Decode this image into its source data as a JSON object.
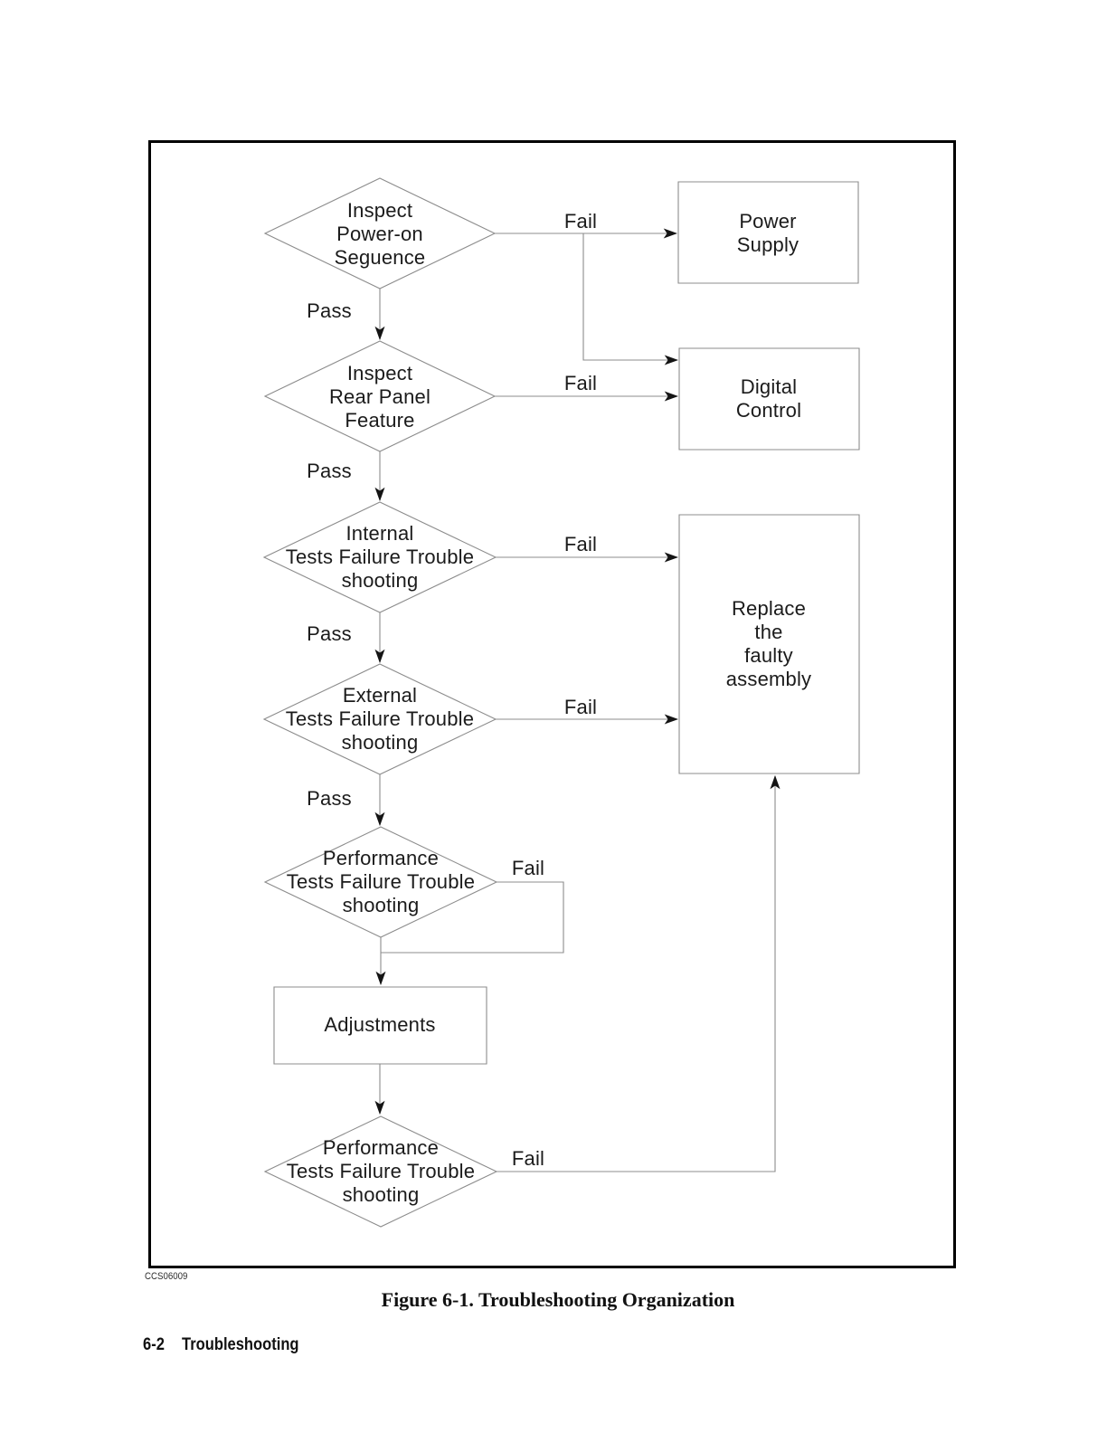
{
  "figure": {
    "artifact_code": "CCS06009",
    "caption": "Figure 6-1. Troubleshooting Organization"
  },
  "footer": {
    "page_number": "6-2",
    "section_title": "Troubleshooting"
  },
  "labels": {
    "pass": "Pass",
    "fail": "Fail"
  },
  "nodes": {
    "inspect_power_on": {
      "type": "decision",
      "lines": [
        "Inspect",
        "Power-on",
        "Seguence"
      ]
    },
    "inspect_rear_panel": {
      "type": "decision",
      "lines": [
        "Inspect",
        "Rear Panel",
        "Feature"
      ]
    },
    "internal_tests": {
      "type": "decision",
      "lines": [
        "Internal",
        "Tests Failure Trouble",
        "shooting"
      ]
    },
    "external_tests": {
      "type": "decision",
      "lines": [
        "External",
        "Tests Failure Trouble",
        "shooting"
      ]
    },
    "performance_tests_1": {
      "type": "decision",
      "lines": [
        "Performance",
        "Tests Failure Trouble",
        "shooting"
      ]
    },
    "performance_tests_2": {
      "type": "decision",
      "lines": [
        "Performance",
        "Tests Failure Trouble",
        "shooting"
      ]
    },
    "power_supply": {
      "type": "process",
      "lines": [
        "Power",
        "Supply"
      ]
    },
    "digital_control": {
      "type": "process",
      "lines": [
        "Digital",
        "Control"
      ]
    },
    "replace_assembly": {
      "type": "process",
      "lines": [
        "Replace",
        "the",
        "faulty",
        "assembly"
      ]
    },
    "adjustments": {
      "type": "process",
      "lines": [
        "Adjustments"
      ]
    }
  },
  "edges": [
    {
      "from": "inspect_power_on",
      "to": "power_supply",
      "label": "Fail"
    },
    {
      "from": "inspect_power_on",
      "to": "digital_control",
      "label": "Fail"
    },
    {
      "from": "inspect_power_on",
      "to": "inspect_rear_panel",
      "label": "Pass"
    },
    {
      "from": "inspect_rear_panel",
      "to": "digital_control",
      "label": "Fail"
    },
    {
      "from": "inspect_rear_panel",
      "to": "internal_tests",
      "label": "Pass"
    },
    {
      "from": "internal_tests",
      "to": "replace_assembly",
      "label": "Fail"
    },
    {
      "from": "internal_tests",
      "to": "external_tests",
      "label": "Pass"
    },
    {
      "from": "external_tests",
      "to": "replace_assembly",
      "label": "Fail"
    },
    {
      "from": "external_tests",
      "to": "performance_tests_1",
      "label": "Pass"
    },
    {
      "from": "performance_tests_1",
      "to": "adjustments",
      "label": "Fail"
    },
    {
      "from": "performance_tests_1",
      "to": "adjustments",
      "label": ""
    },
    {
      "from": "adjustments",
      "to": "performance_tests_2",
      "label": ""
    },
    {
      "from": "performance_tests_2",
      "to": "replace_assembly",
      "label": "Fail"
    }
  ]
}
